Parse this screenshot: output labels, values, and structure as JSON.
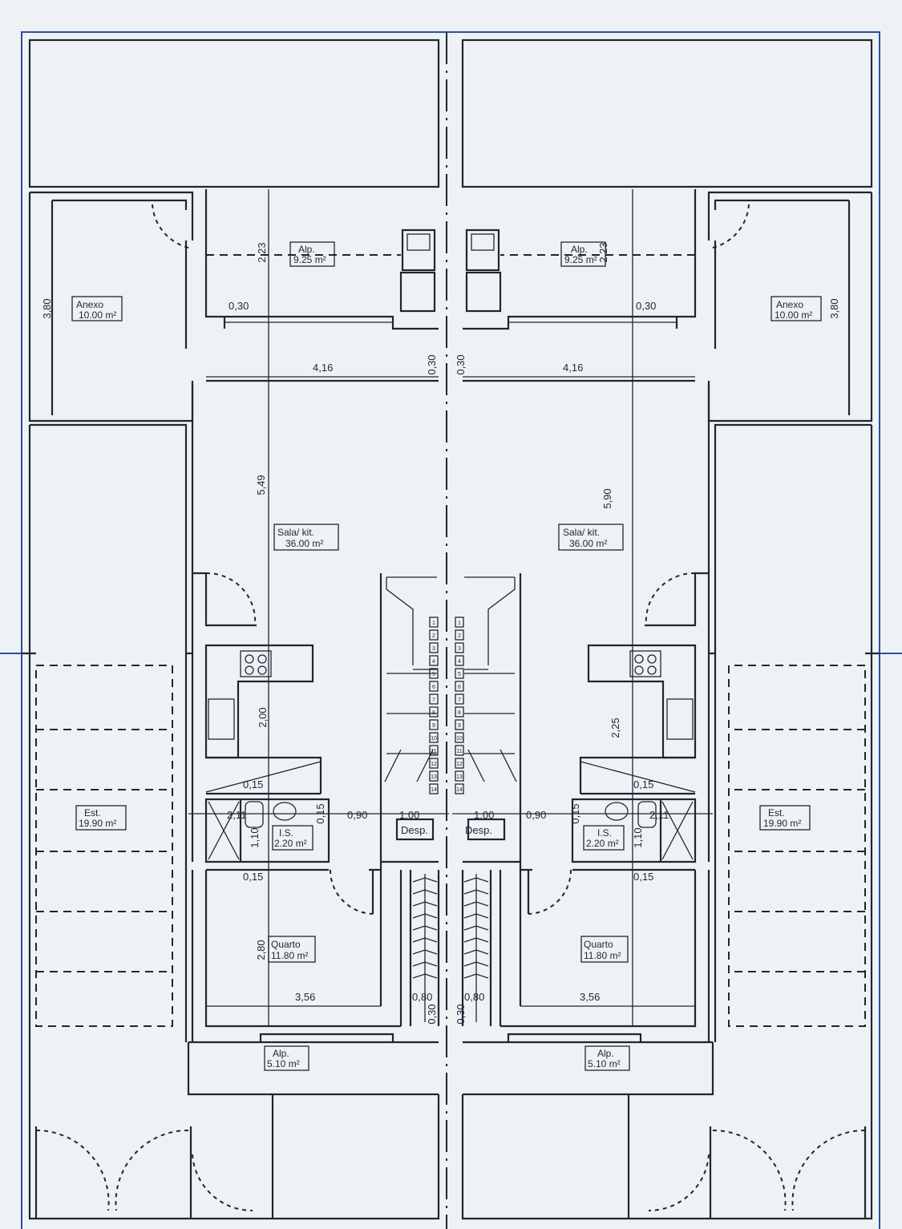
{
  "title": "Floor plan - semi-detached houses",
  "colors": {
    "background": "#eef2f5",
    "lines": "#1c2733",
    "border": "#2b4f9e"
  },
  "rooms_left": [
    {
      "name": "Anexo",
      "area": "10.00 m²"
    },
    {
      "name": "Alp.",
      "area": "9.25 m²"
    },
    {
      "name": "Sala/ kit.",
      "area": "36.00 m²"
    },
    {
      "name": "Est.",
      "area": "19.90 m²"
    },
    {
      "name": "I.S.",
      "area": "2.20 m²"
    },
    {
      "name": "Quarto",
      "area": "11.80 m²"
    },
    {
      "name": "Alp.",
      "area": "5.10 m²"
    },
    {
      "name": "Desp.",
      "area": ""
    }
  ],
  "rooms_right": [
    {
      "name": "Anexo",
      "area": "10.00 m²"
    },
    {
      "name": "Alp.",
      "area": "9.25 m²"
    },
    {
      "name": "Sala/ kit.",
      "area": "36.00 m²"
    },
    {
      "name": "Est.",
      "area": "19.90 m²"
    },
    {
      "name": "I.S.",
      "area": "2.20 m²"
    },
    {
      "name": "Quarto",
      "area": "11.80 m²"
    },
    {
      "name": "Alp.",
      "area": "5.10 m²"
    },
    {
      "name": "Desp.",
      "area": ""
    }
  ],
  "dims_left": [
    "3,80",
    "2,23",
    "0,30",
    "4,16",
    "0,30",
    "5,49",
    "2,00",
    "0,15",
    "2,11",
    "1,10",
    "0,15",
    "0,90",
    "1,00",
    "0,15",
    "2,80",
    "3,56",
    "0,80",
    "0,30"
  ],
  "dims_right": [
    "3,80",
    "2,23",
    "0,30",
    "4,16",
    "0,30",
    "5,90",
    "2,25",
    "0,15",
    "2,11",
    "1,10",
    "0,15",
    "0,90",
    "1,00",
    "0,15",
    "3,56",
    "0,80",
    "0,30"
  ],
  "stair_steps": [
    "1",
    "2",
    "3",
    "4",
    "5",
    "6",
    "7",
    "8",
    "9",
    "10",
    "11",
    "12",
    "13",
    "14"
  ]
}
